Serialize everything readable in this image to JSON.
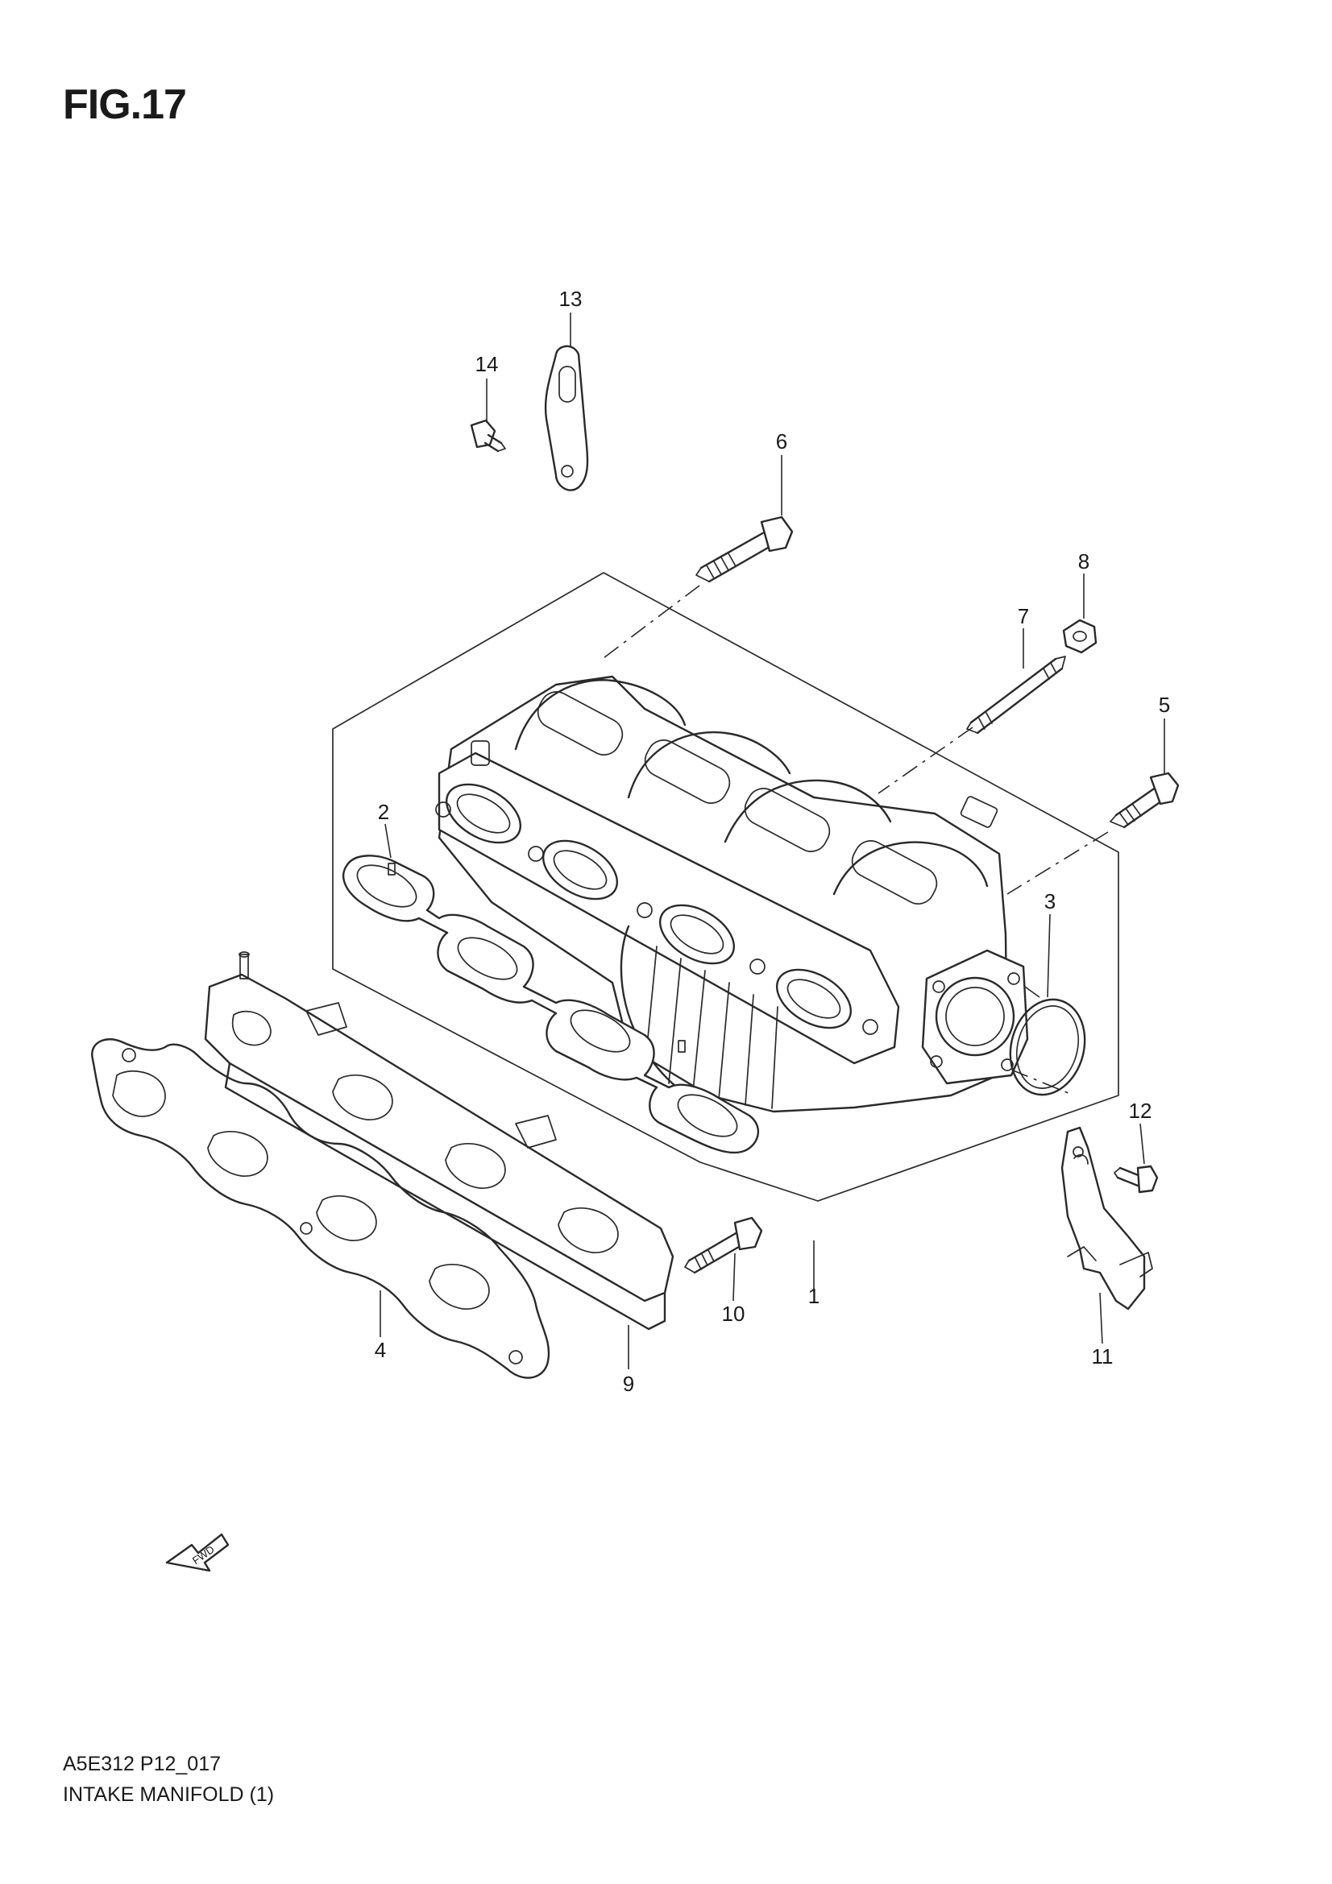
{
  "figure": {
    "title": "FIG.17",
    "code": "A5E312 P12_017",
    "name": "INTAKE MANIFOLD (1)",
    "fwd_label": "FWD"
  },
  "parts": [
    {
      "id": "1",
      "label": "1",
      "icon": "intake-manifold-icon"
    },
    {
      "id": "2",
      "label": "2",
      "icon": "manifold-gasket-icon"
    },
    {
      "id": "3",
      "label": "3",
      "icon": "o-ring-icon"
    },
    {
      "id": "4",
      "label": "4",
      "icon": "head-gasket-plate-icon"
    },
    {
      "id": "5",
      "label": "5",
      "icon": "bolt-icon"
    },
    {
      "id": "6",
      "label": "6",
      "icon": "bolt-icon"
    },
    {
      "id": "7",
      "label": "7",
      "icon": "stud-bolt-icon"
    },
    {
      "id": "8",
      "label": "8",
      "icon": "nut-icon"
    },
    {
      "id": "9",
      "label": "9",
      "icon": "spacer-plate-icon"
    },
    {
      "id": "10",
      "label": "10",
      "icon": "bolt-icon"
    },
    {
      "id": "11",
      "label": "11",
      "icon": "bracket-icon"
    },
    {
      "id": "12",
      "label": "12",
      "icon": "bolt-icon"
    },
    {
      "id": "13",
      "label": "13",
      "icon": "plate-icon"
    },
    {
      "id": "14",
      "label": "14",
      "icon": "bolt-icon"
    }
  ]
}
